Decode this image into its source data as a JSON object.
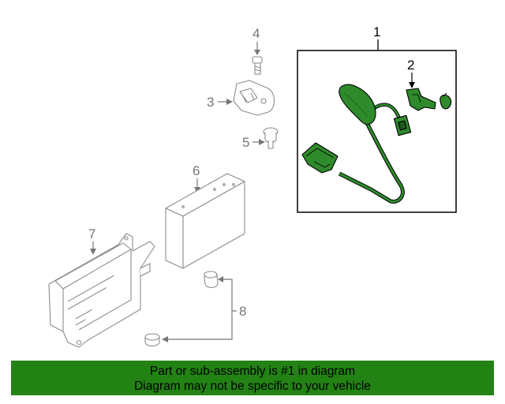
{
  "diagram": {
    "callouts": [
      {
        "id": "1",
        "label": "1"
      },
      {
        "id": "2",
        "label": "2"
      },
      {
        "id": "3",
        "label": "3"
      },
      {
        "id": "4",
        "label": "4"
      },
      {
        "id": "5",
        "label": "5"
      },
      {
        "id": "6",
        "label": "6"
      },
      {
        "id": "7",
        "label": "7"
      },
      {
        "id": "8",
        "label": "8"
      }
    ],
    "colors": {
      "highlight_part": "#2f8a2c",
      "outline": "#000000",
      "other_parts": "#8c8c8c",
      "callout_gray": "#777777",
      "banner": "#238214"
    }
  },
  "banner": {
    "line1": "Part or sub-assembly is #1 in diagram",
    "line2": "Diagram may not be specific to your vehicle"
  }
}
